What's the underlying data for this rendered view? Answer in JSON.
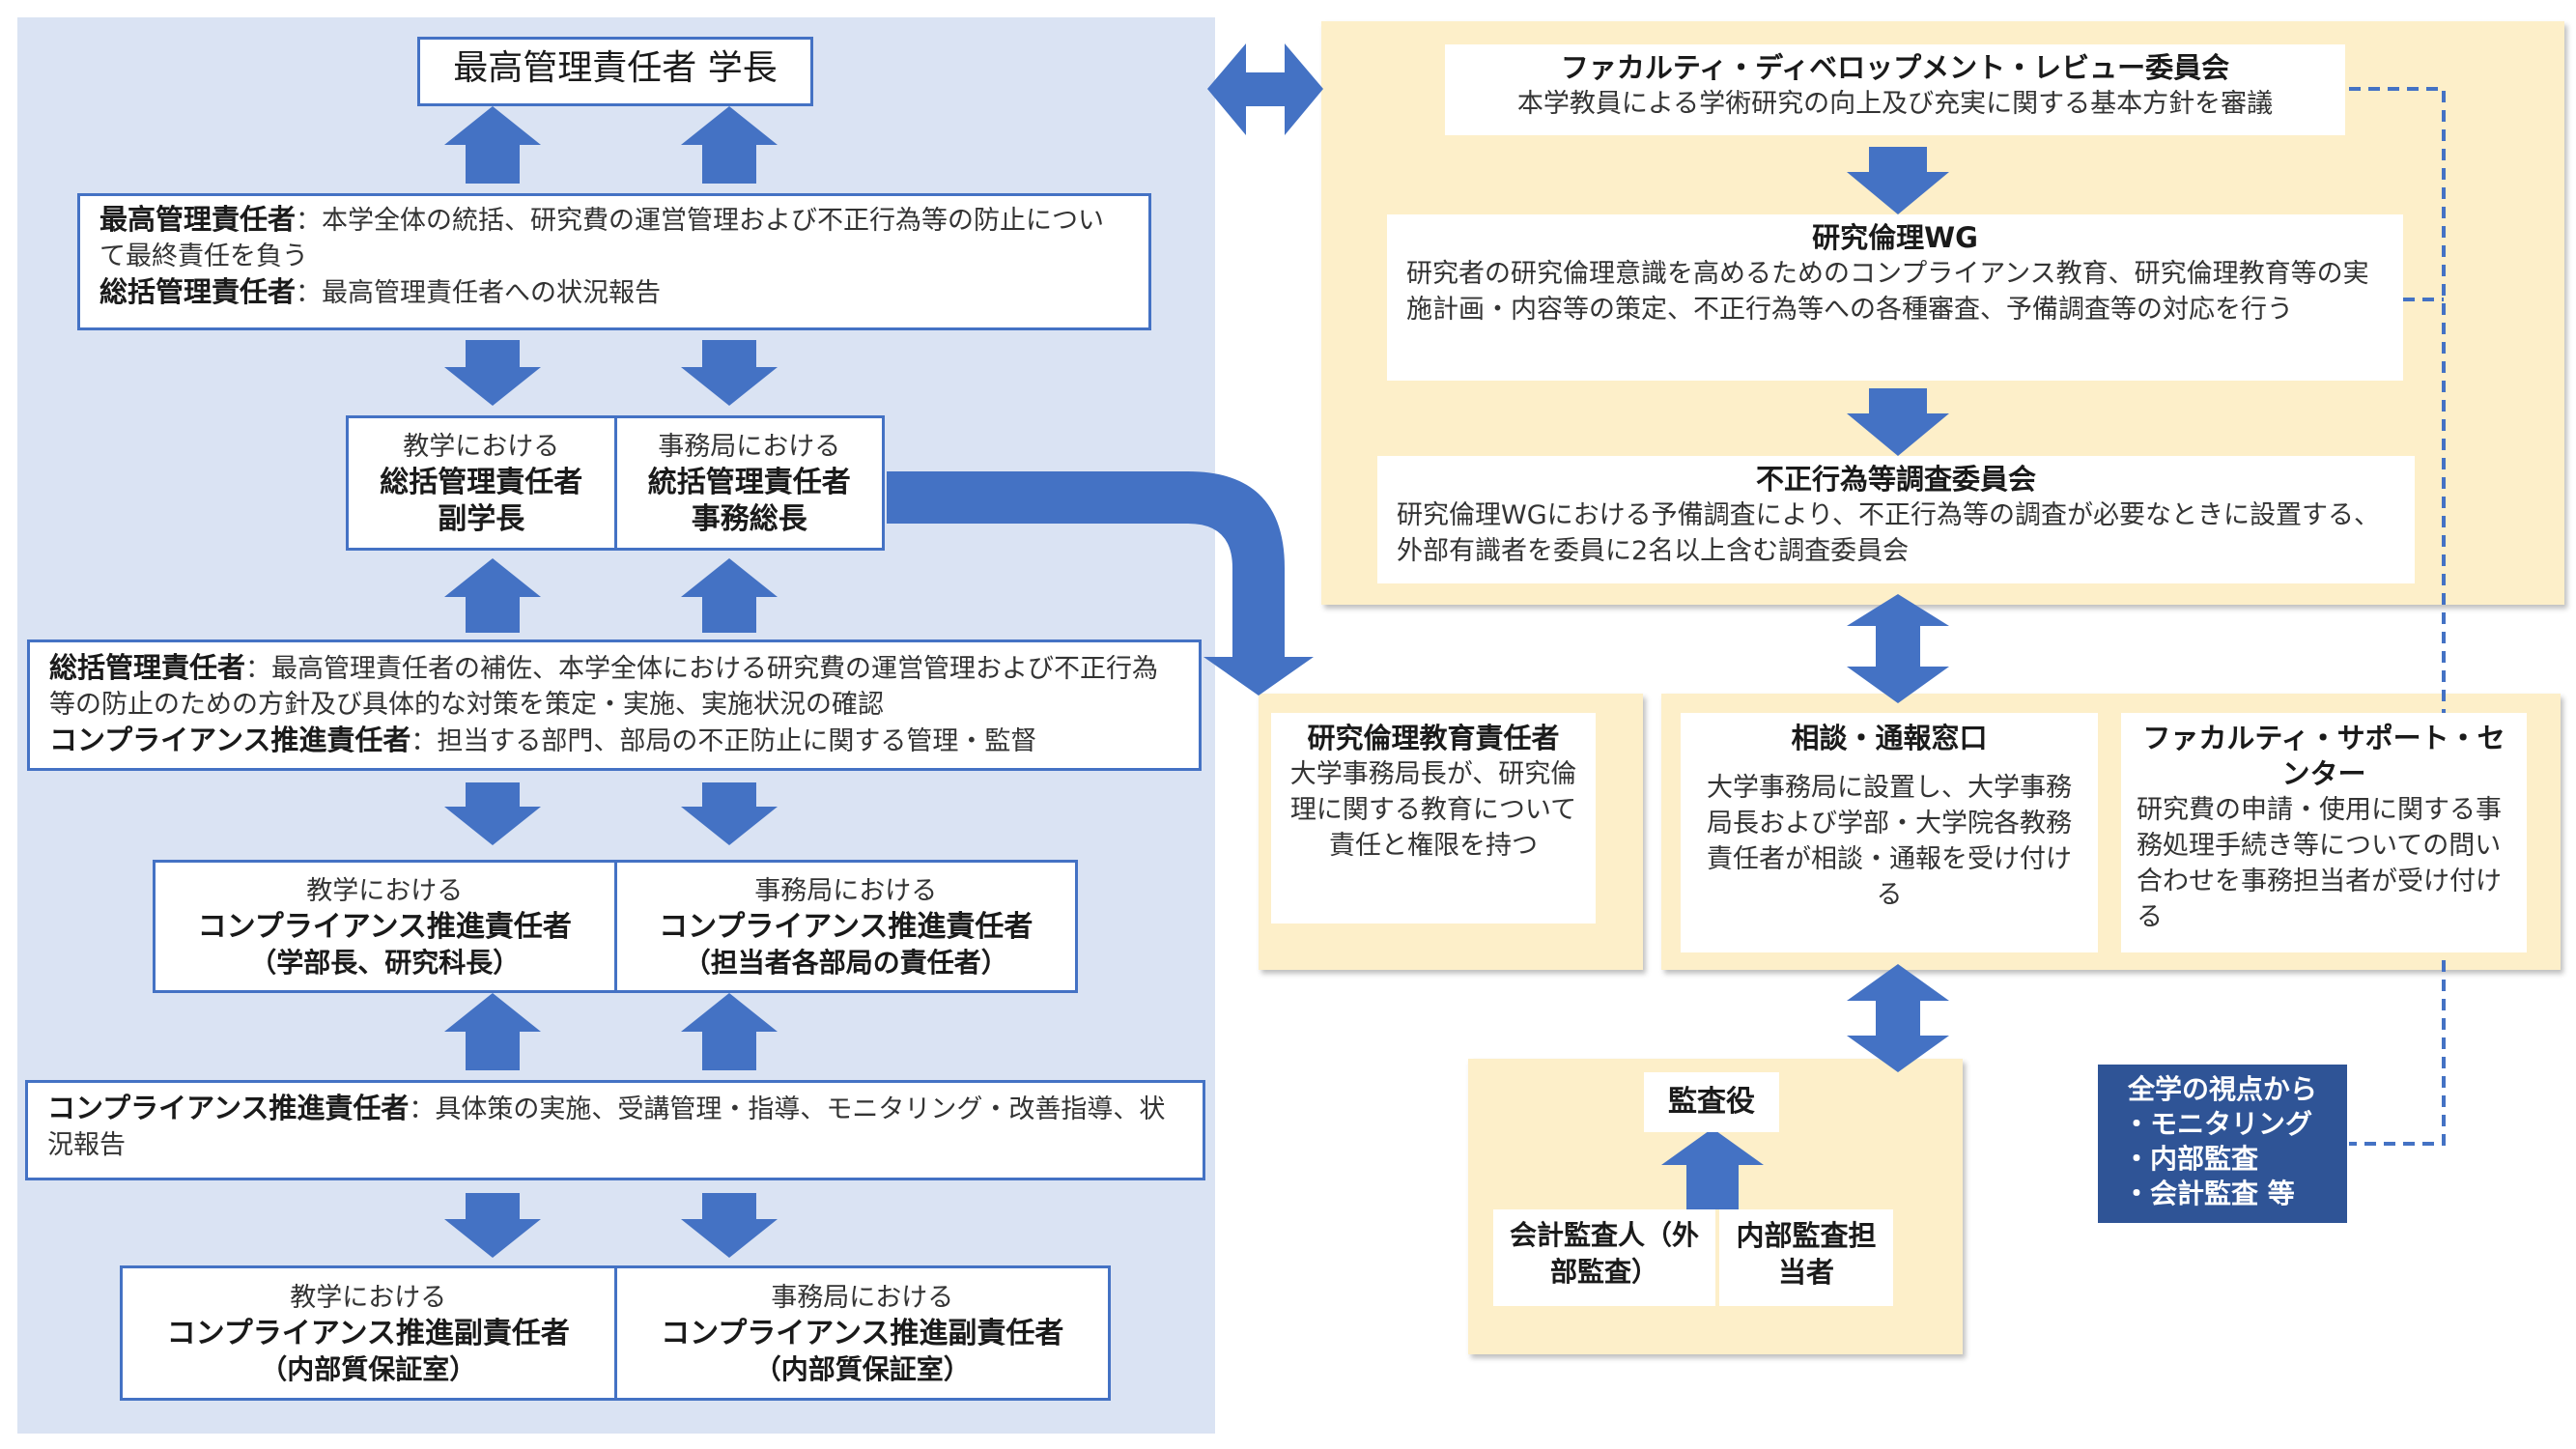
{
  "left": {
    "top_title": "最高管理責任者 学長",
    "box1": {
      "line1_bold": "最高管理責任者",
      "line1_text": "：本学全体の統括、研究費の運営管理および不正行為等の防止について最終責任を負う",
      "line2_bold": "総括管理責任者",
      "line2_text": "：最高管理責任者への状況報告"
    },
    "pair1": {
      "left": {
        "sub": "教学における",
        "title": "総括管理責任者",
        "name": "副学長"
      },
      "right": {
        "sub": "事務局における",
        "title": "統括管理責任者",
        "name": "事務総長"
      }
    },
    "box2": {
      "line1_bold": "総括管理責任者",
      "line1_text": "：最高管理責任者の補佐、本学全体における研究費の運営管理および不正行為等の防止のための方針及び具体的な対策を策定・実施、実施状況の確認",
      "line2_bold": "コンプライアンス推進責任者",
      "line2_text": "：担当する部門、部局の不正防止に関する管理・監督"
    },
    "pair2": {
      "left": {
        "sub": "教学における",
        "title": "コンプライアンス推進責任者",
        "name": "（学部長、研究科長）"
      },
      "right": {
        "sub": "事務局における",
        "title": "コンプライアンス推進責任者",
        "name": "（担当者各部局の責任者）"
      }
    },
    "box3": {
      "line1_bold": "コンプライアンス推進責任者",
      "line1_text": "：具体策の実施、受講管理・指導、モニタリング・改善指導、状況報告"
    },
    "pair3": {
      "left": {
        "sub": "教学における",
        "title": "コンプライアンス推進副責任者",
        "name": "（内部質保証室）"
      },
      "right": {
        "sub": "事務局における",
        "title": "コンプライアンス推進副責任者",
        "name": "（内部質保証室）"
      }
    }
  },
  "right": {
    "fd": {
      "title": "ファカルティ・ディベロップメント・レビュー委員会",
      "desc": "本学教員による学術研究の向上及び充実に関する基本方針を審議"
    },
    "wg": {
      "title": "研究倫理WG",
      "desc": "研究者の研究倫理意識を高めるためのコンプライアンス教育、研究倫理教育等の実施計画・内容等の策定、不正行為等への各種審査、予備調査等の対応を行う"
    },
    "investigation": {
      "title": "不正行為等調査委員会",
      "desc": "研究倫理WGにおける予備調査により、不正行為等の調査が必要なときに設置する、外部有識者を委員に2名以上含む調査委員会"
    },
    "ethics_edu": {
      "title": "研究倫理教育責任者",
      "desc": "大学事務局長が、研究倫理に関する教育について責任と権限を持つ"
    },
    "consult": {
      "title": "相談・通報窓口",
      "desc": "大学事務局に設置し、大学事務局長および学部・大学院各教務責任者が相談・通報を受け付ける"
    },
    "fsc": {
      "title": "ファカルティ・サポート・センター",
      "desc": "研究費の申請・使用に関する事務処理手続き等についての問い合わせを事務担当者が受け付ける"
    },
    "audit": {
      "title": "監査役",
      "accountant": "会計監査人（外部監査）",
      "internal": "内部監査担当者"
    },
    "monitor": {
      "heading": "全学の視点から",
      "items": [
        "・モニタリング",
        "・内部監査",
        "・会計監査 等"
      ]
    }
  },
  "colors": {
    "arrow": "#4472c4",
    "left_panel": "#dae3f3",
    "yellow_panel": "#fdefc9",
    "navy": "#2f5496",
    "border": "#4472c4"
  }
}
